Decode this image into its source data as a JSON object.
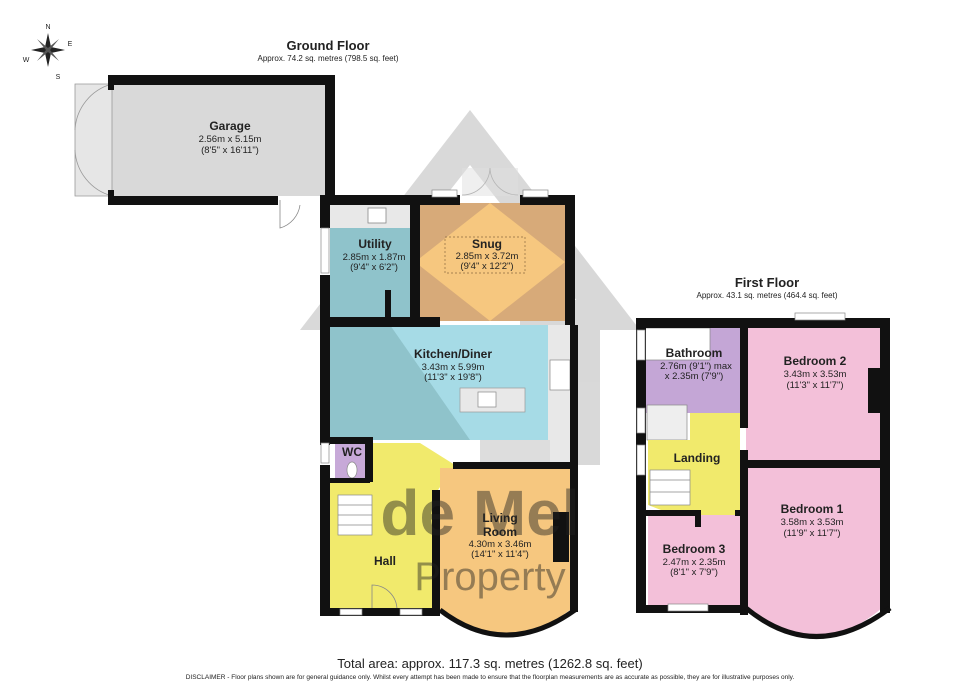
{
  "compass": {
    "n": "N",
    "s": "S",
    "e": "E",
    "w": "W"
  },
  "watermark": {
    "line1": "de Mel",
    "line2": "Property"
  },
  "ground_floor": {
    "title": "Ground Floor",
    "area": "Approx. 74.2 sq. metres (798.5 sq. feet)",
    "rooms": [
      {
        "name": "Garage",
        "metric": "2.56m x 5.15m",
        "imperial": "(8'5\" x 16'11\")",
        "color": "#d9d9d9"
      },
      {
        "name": "Utility",
        "metric": "2.85m x 1.87m",
        "imperial": "(9'4\" x 6'2\")",
        "color": "#8fc3cb"
      },
      {
        "name": "Snug",
        "metric": "2.85m x 3.72m",
        "imperial": "(9'4\" x 12'2\")",
        "color": "#d7aa79"
      },
      {
        "name": "Kitchen/Diner",
        "metric": "3.43m x 5.99m",
        "imperial": "(11'3\" x 19'8\")",
        "color": "#a6dbe6"
      },
      {
        "name": "WC",
        "color": "#c7a9d8"
      },
      {
        "name": "Hall",
        "color": "#f1ea6c"
      },
      {
        "name": "Living Room",
        "metric": "4.30m x 3.46m",
        "imperial": "(14'1\" x 11'4\")",
        "color": "#f6c77f"
      }
    ]
  },
  "first_floor": {
    "title": "First Floor",
    "area": "Approx. 43.1 sq. metres (464.4 sq. feet)",
    "rooms": [
      {
        "name": "Bathroom",
        "metric": "2.76m (9'1\") max",
        "imperial": "x 2.35m (7'9\")",
        "color": "#c4a6d6"
      },
      {
        "name": "Bedroom 2",
        "metric": "3.43m x 3.53m",
        "imperial": "(11'3\" x 11'7\")",
        "color": "#f3c0d9"
      },
      {
        "name": "Landing",
        "color": "#f1ea6c"
      },
      {
        "name": "Bedroom 1",
        "metric": "3.58m x 3.53m",
        "imperial": "(11'9\" x 11'7\")",
        "color": "#f3c0d9"
      },
      {
        "name": "Bedroom 3",
        "metric": "2.47m x 2.35m",
        "imperial": "(8'1\" x 7'9\")",
        "color": "#f3c0d9"
      }
    ]
  },
  "total_area": "Total area: approx. 117.3 sq. metres (1262.8 sq. feet)",
  "disclaimer": "DISCLAIMER -  Floor plans shown are for general guidance only. Whilst every attempt has been made to ensure that the floorplan measurements are as accurate as possible, they are for illustrative purposes only."
}
